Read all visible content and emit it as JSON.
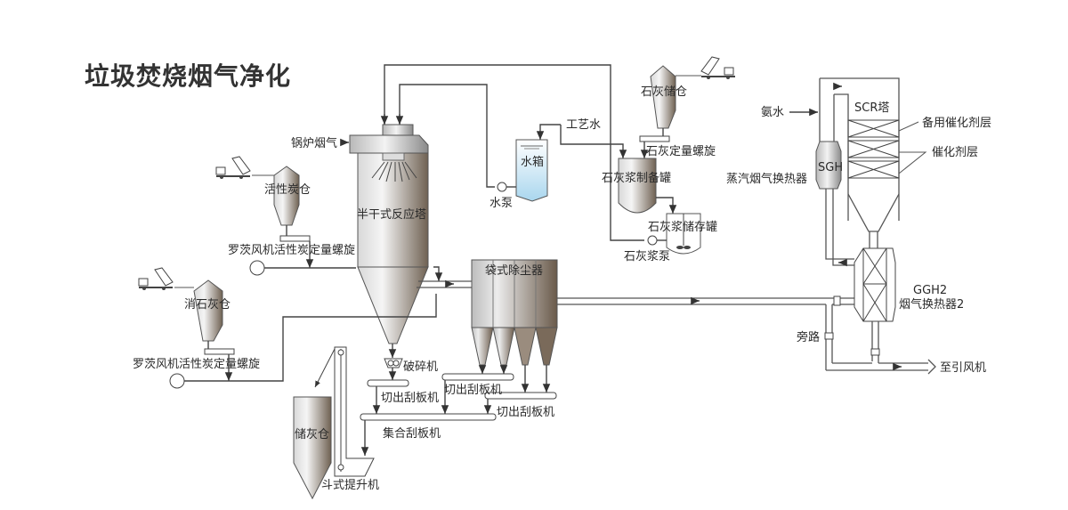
{
  "title": "垃圾焚烧烟气净化",
  "labels": {
    "boiler_flue_gas": "锅炉烟气",
    "activated_carbon_silo": "活性炭仓",
    "roots_blower_carbon_screw_1": "罗茨风机活性炭定量螺旋",
    "slaked_lime_silo": "消石灰仓",
    "roots_blower_carbon_screw_2": "罗茨风机活性炭定量螺旋",
    "semi_dry_reactor": "半干式反应塔",
    "crusher": "破碎机",
    "discharge_scraper_1": "切出刮板机",
    "discharge_scraper_2": "切出刮板机",
    "discharge_scraper_3": "切出刮板机",
    "collecting_scraper": "集合刮板机",
    "ash_silo": "储灰仓",
    "bucket_elevator": "斗式提升机",
    "bag_filter": "袋式除尘器",
    "process_water": "工艺水",
    "water_tank": "水箱",
    "water_pump": "水泵",
    "lime_silo": "石灰储仓",
    "lime_dosing_screw": "石灰定量螺旋",
    "lime_slurry_prep_tank": "石灰浆制备罐",
    "lime_slurry_storage_tank": "石灰浆储存罐",
    "lime_slurry_pump": "石灰浆泵",
    "ammonia_water": "氨水",
    "scr_tower": "SCR塔",
    "standby_catalyst_layer": "备用催化剂层",
    "catalyst_layer": "催化剂层",
    "sgh": "SGH",
    "steam_gas_heat_exchanger": "蒸汽烟气换热器",
    "ggh2": "GGH2",
    "gas_heat_exchanger_2": "烟气换热器2",
    "bypass": "旁路",
    "to_id_fan": "至引风机"
  },
  "colors": {
    "line": "#444444",
    "metal_dark": "#6b5d50",
    "metal_light": "#f2f2f2",
    "water": "#bfe0f0",
    "text": "#2a2a2a"
  }
}
